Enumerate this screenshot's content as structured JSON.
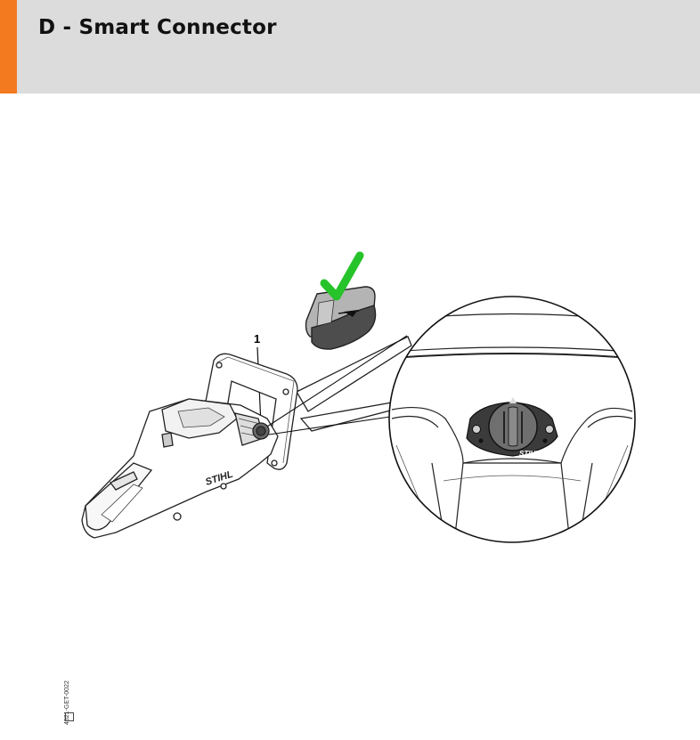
{
  "header": {
    "title": "D - Smart Connector",
    "accent_color": "#f37a1f",
    "background_color": "#dcdcdc"
  },
  "figure": {
    "callout_number": "1",
    "brand_on_tool": "STIHL",
    "brand_on_connector": "STIHL",
    "check_icon": "checkmark-icon",
    "check_color": "#27c32a",
    "image_code": "4521-GET-0022"
  }
}
